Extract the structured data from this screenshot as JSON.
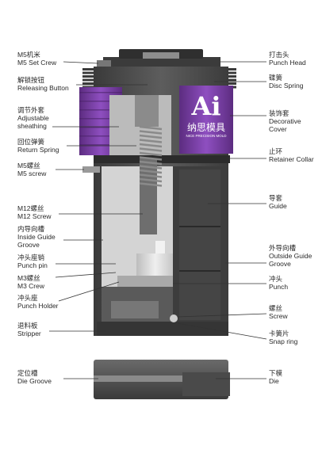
{
  "labels": [
    {
      "id": "m5-set-screw",
      "cn": "M5机米",
      "en": "M5  Set  Crew"
    },
    {
      "id": "releasing-button",
      "cn": "解锁按钮",
      "en": "Releasing  Button"
    },
    {
      "id": "adjustable-sheathing",
      "cn": "调节外套",
      "en": "Adjustable sheathing"
    },
    {
      "id": "return-spring",
      "cn": "回位弹簧",
      "en": "Return  Spring"
    },
    {
      "id": "m5-screw",
      "cn": "M5螺丝",
      "en": "M5  screw"
    },
    {
      "id": "m12-screw",
      "cn": "M12螺丝",
      "en": "M12 Screw"
    },
    {
      "id": "inside-guide-groove",
      "cn": "内导向槽",
      "en": "Inside  Guide Groove"
    },
    {
      "id": "punch-pin",
      "cn": "冲头座销",
      "en": "Punch  pin"
    },
    {
      "id": "m3-screw",
      "cn": "M3螺丝",
      "en": "M3  Crew"
    },
    {
      "id": "punch-holder",
      "cn": "冲头座",
      "en": "Punch Holder"
    },
    {
      "id": "stripper",
      "cn": "退料板",
      "en": "Stripper"
    },
    {
      "id": "die-groove",
      "cn": "定位槽",
      "en": "Die Groove"
    },
    {
      "id": "punch-head",
      "cn": "打击头",
      "en": "Punch  Head"
    },
    {
      "id": "disc-spring",
      "cn": "碟簧",
      "en": "Disc  Spring"
    },
    {
      "id": "decorative-cover",
      "cn": "装饰套",
      "en": "Decorative Cover"
    },
    {
      "id": "retainer-collar",
      "cn": "止环",
      "en": "Retainer  Collar"
    },
    {
      "id": "guide",
      "cn": "导套",
      "en": "Guide"
    },
    {
      "id": "outside-guide-groove",
      "cn": "外导向槽",
      "en": "Outside  Guide Groove"
    },
    {
      "id": "punch",
      "cn": "冲头",
      "en": "Punch"
    },
    {
      "id": "screw",
      "cn": "螺丝",
      "en": "Screw"
    },
    {
      "id": "snap-ring",
      "cn": "卡簧片",
      "en": "Snap  ring"
    },
    {
      "id": "die",
      "cn": "下模",
      "en": "Die"
    }
  ],
  "logo": {
    "mark": "Ai",
    "brand_cn": "纳思模具",
    "brand_en": "NICE PRECISION MOLD"
  },
  "colors": {
    "purple": "#7b3fa6",
    "body": "#505050",
    "dark": "#2e2e2e",
    "light": "#d8d8d8"
  }
}
